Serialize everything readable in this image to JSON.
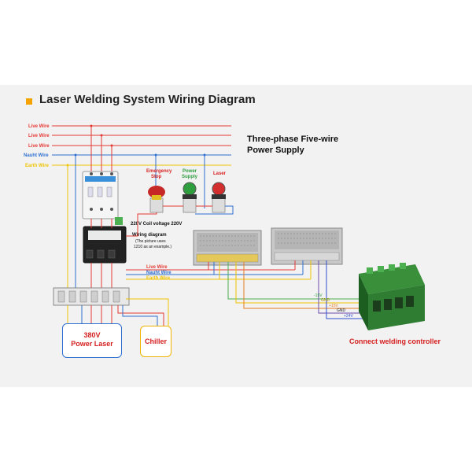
{
  "title": "Laser Welding System Wiring Diagram",
  "power_supply_title": [
    "Three-phase Five-wire",
    "Power Supply"
  ],
  "wires": [
    {
      "label": "Live Wire",
      "color": "#e53935"
    },
    {
      "label": "Live Wire",
      "color": "#e53935"
    },
    {
      "label": "Live Wire",
      "color": "#e53935"
    },
    {
      "label": "Nauht Wire",
      "color": "#2f6fd0"
    },
    {
      "label": "Earth Wire",
      "color": "#f0c400"
    }
  ],
  "buttons": [
    {
      "label": [
        "Emergency",
        "Stop"
      ],
      "color": "#e53935"
    },
    {
      "label": [
        "Power",
        "Supply"
      ],
      "color": "#2e9e3e"
    },
    {
      "label": [
        "Laser"
      ],
      "color": "#e53935"
    }
  ],
  "contactor": {
    "coil_text": "220V Coil voltage 220V",
    "wiring_title": "Wiring diagram",
    "wiring_note": [
      "(The picture uses",
      "1210 as an example.)"
    ]
  },
  "mid_wires": [
    "Live Wire",
    "Nauht Wire",
    "Earth Wire"
  ],
  "voltages": [
    "-15V",
    "GND",
    "+15V",
    "GND",
    "+24V"
  ],
  "laser_box": [
    "380V",
    "Power Laser"
  ],
  "chiller": "Chiller",
  "controller_label": "Connect welding controller"
}
